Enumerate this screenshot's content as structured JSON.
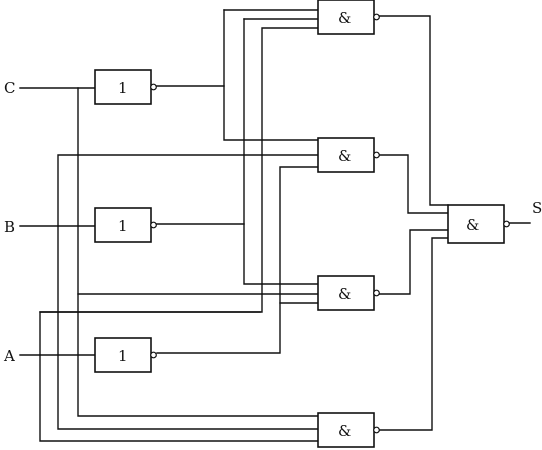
{
  "inputs": {
    "c": "C",
    "b": "B",
    "a": "A"
  },
  "output": {
    "s": "S"
  },
  "gates": {
    "not_c": "1",
    "not_b": "1",
    "not_a": "1",
    "nand_1": "&",
    "nand_2": "&",
    "nand_3": "&",
    "nand_4": "&",
    "nand_out": "&"
  },
  "colors": {
    "line": "#111111",
    "background": "#ffffff"
  }
}
